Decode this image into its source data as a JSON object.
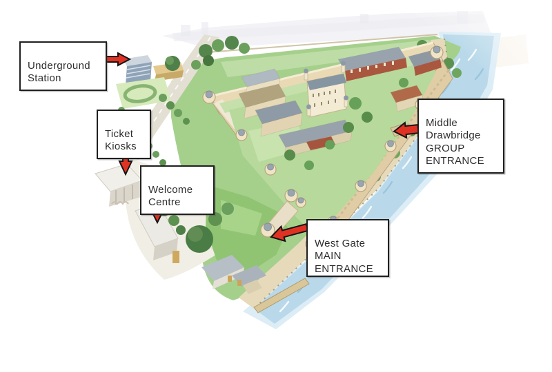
{
  "labels": [
    {
      "id": "underground-station",
      "text": "Underground\nStation",
      "arrow_direction": "right"
    },
    {
      "id": "ticket-kiosks",
      "text": "Ticket\nKiosks",
      "arrow_direction": "down"
    },
    {
      "id": "welcome-centre",
      "text": "Welcome\nCentre",
      "arrow_direction": "down"
    },
    {
      "id": "middle-drawbridge-group-entrance",
      "text": "Middle\nDrawbridge\nGROUP\nENTRANCE",
      "arrow_direction": "left"
    },
    {
      "id": "west-gate-main-entrance",
      "text": "West Gate\nMAIN\nENTRANCE",
      "arrow_direction": "left"
    }
  ],
  "colors": {
    "arrow_red": "#e03222",
    "arrow_outline": "#141414",
    "callout_border": "#1f1f1f",
    "callout_background": "#ffffff",
    "water_blue": "#b9d9ea",
    "lawn_green": "#a5d08c",
    "wall_cream": "#ead9b5",
    "brick_red": "#a9573f"
  }
}
